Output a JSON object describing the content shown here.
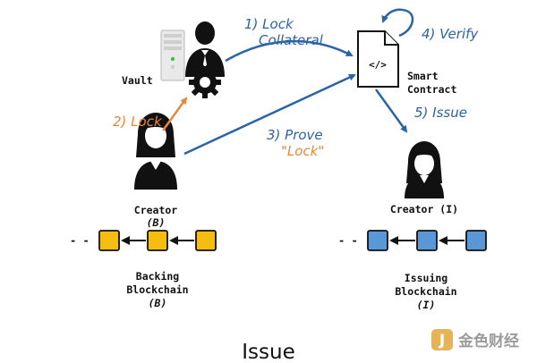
{
  "colors": {
    "blue_arrow": "#2b63a6",
    "orange_arrow": "#e8883a",
    "backing_block": "#f5bd10",
    "issuing_block": "#5a97d6",
    "step_blue_text": "#2b63a6",
    "step_orange_text": "#e8883a"
  },
  "labels": {
    "vault": "Vault",
    "smart_contract_line1": "Smart",
    "smart_contract_line2": "Contract",
    "contract_code": "</>",
    "creator_b_line1": "Creator",
    "creator_b_line2": "(B)",
    "creator_i": "Creator (I)",
    "backing_line1": "Backing",
    "backing_line2": "Blockchain",
    "backing_line3": "(B)",
    "issuing_line1": "Issuing",
    "issuing_line2": "Blockchain",
    "issuing_line3": "(I)",
    "chain_dashes": "- -"
  },
  "steps": {
    "lock_collateral_line1": "1) Lock",
    "lock_collateral_line2": "Collateral",
    "lock": "2) Lock",
    "prove_line1": "3) Prove",
    "prove_line2": "\"Lock\"",
    "verify": "4) Verify",
    "issue": "5) Issue"
  },
  "caption": "Issue",
  "watermark": {
    "logo_letter": "J",
    "text": "金色财经"
  },
  "icons": [
    "server-icon",
    "person-icon",
    "gear-icon",
    "document-icon",
    "female-user-icon"
  ]
}
